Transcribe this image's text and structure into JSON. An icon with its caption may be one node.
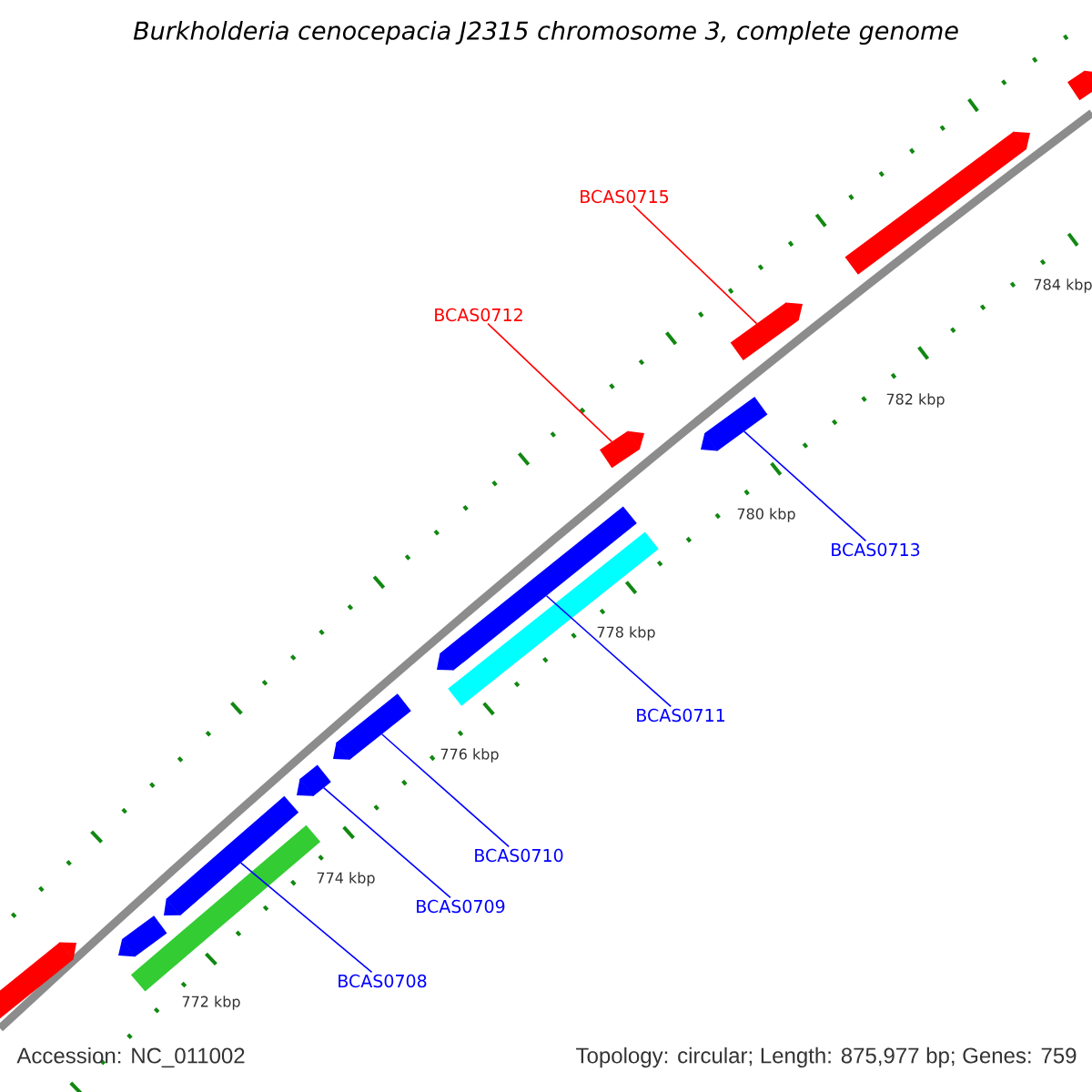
{
  "diagram": {
    "title": "Burkholderia cenocepacia J2315 chromosome 3, complete genome",
    "nodes": [
      {
        "text": [
          "BCAS0715"
        ]
      },
      {
        "text": [
          "BCAS0712"
        ]
      },
      {
        "text": [
          "BCAS0713"
        ]
      },
      {
        "text": [
          "BCAS0711"
        ]
      },
      {
        "text": [
          "BCAS0710"
        ]
      },
      {
        "text": [
          "BCAS0709"
        ]
      },
      {
        "text": [
          "BCAS0708"
        ]
      },
      {
        "text": [],
        "shape": "bar"
      },
      {
        "text": [],
        "shape": "bar"
      },
      {
        "text": [],
        "shape": "bar"
      },
      {
        "text": [],
        "shape": "bar"
      },
      {
        "text": [],
        "shape": "bar"
      },
      {
        "text": [],
        "shape": "bar"
      },
      {
        "text": [],
        "shape": "bar"
      },
      {
        "text": [],
        "shape": "bar"
      },
      {
        "text": [],
        "shape": "bar"
      },
      {
        "text": [],
        "shape": "bar"
      },
      {
        "text": [],
        "shape": "bar"
      },
      {
        "text": [],
        "shape": "bar"
      },
      {
        "text": [],
        "shape": "bar"
      }
    ],
    "edges": [
      {
        "from": 0,
        "to": 17,
        "arrow": "none",
        "color": "#ff0000"
      },
      {
        "from": 1,
        "to": 15,
        "arrow": "none",
        "color": "#ff0000"
      },
      {
        "from": 2,
        "to": 16,
        "arrow": "none"
      },
      {
        "from": 3,
        "to": 13,
        "arrow": "none"
      },
      {
        "from": 4,
        "to": 12,
        "arrow": "none"
      },
      {
        "from": 5,
        "to": 11,
        "arrow": "none"
      },
      {
        "from": 6,
        "to": 10,
        "arrow": "none"
      }
    ],
    "labels": [
      "784 kbp",
      "782 kbp",
      "780 kbp",
      "778 kbp",
      "776 kbp",
      "774 kbp",
      "772 kbp",
      "Accession: NC_011002",
      "Topology: circular; Length: 875,977 bp; Genes: 759"
    ]
  }
}
